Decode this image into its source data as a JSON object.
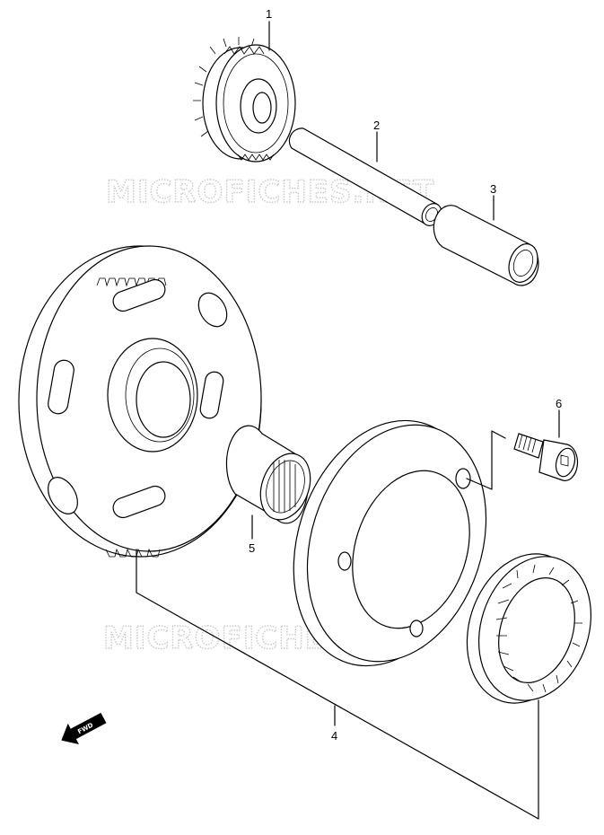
{
  "watermark": {
    "text": "MICROFICHES.NET",
    "color": "#c9c9c9"
  },
  "direction_badge": {
    "text": "FWD"
  },
  "callouts": [
    {
      "id": "1",
      "label": "1"
    },
    {
      "id": "2",
      "label": "2"
    },
    {
      "id": "3",
      "label": "3"
    },
    {
      "id": "4",
      "label": "4"
    },
    {
      "id": "5",
      "label": "5"
    },
    {
      "id": "6",
      "label": "6"
    }
  ],
  "icons": [
    "fwd-arrow-icon"
  ]
}
